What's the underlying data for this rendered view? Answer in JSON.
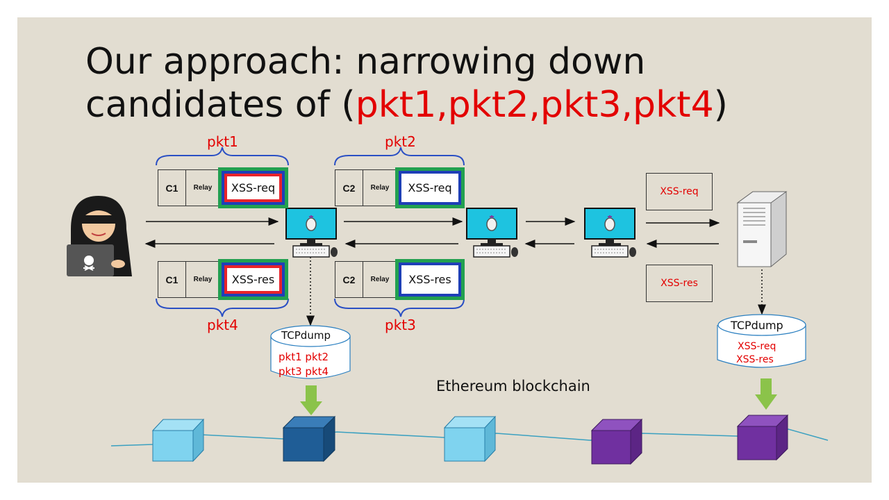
{
  "title": {
    "line1": "Our approach: narrowing down",
    "line2_prefix": "candidates of (",
    "line2_highlight": "pkt1,pkt2,pkt3,pkt4",
    "line2_suffix": ")"
  },
  "packets": {
    "pkt1": {
      "label": "pkt1",
      "cell_id": "C1",
      "relay": "Relay",
      "payload": "XSS-req"
    },
    "pkt2": {
      "label": "pkt2",
      "cell_id": "C2",
      "relay": "Relay",
      "payload": "XSS-req"
    },
    "pkt3": {
      "label": "pkt3",
      "cell_id": "C2",
      "relay": "Relay",
      "payload": "XSS-res"
    },
    "pkt4": {
      "label": "pkt4",
      "cell_id": "C1",
      "relay": "Relay",
      "payload": "XSS-res"
    }
  },
  "server_side": {
    "request": "XSS-req",
    "response": "XSS-res"
  },
  "tcpdump_left": {
    "title": "TCPdump",
    "line1": "pkt1 pkt2",
    "line2": "pkt3 pkt4"
  },
  "tcpdump_right": {
    "title": "TCPdump",
    "line1": "XSS-req",
    "line2": "XSS-res"
  },
  "blockchain": {
    "label": "Ethereum blockchain"
  },
  "colors": {
    "background": "#e2ddd1",
    "highlight": "#e30000",
    "brace": "#2a4fc4",
    "onion_outer": "#22a050",
    "onion_middle": "#1f3fb8",
    "onion_inner": "#e8232a",
    "arrow_green": "#8bc34a",
    "block_light": "#7fd3ef",
    "block_dark": "#1f5d96",
    "block_purple": "#7030a0"
  },
  "icons": [
    "hacker-icon",
    "tor-computer-icon",
    "server-icon",
    "database-icon",
    "block-icon"
  ]
}
